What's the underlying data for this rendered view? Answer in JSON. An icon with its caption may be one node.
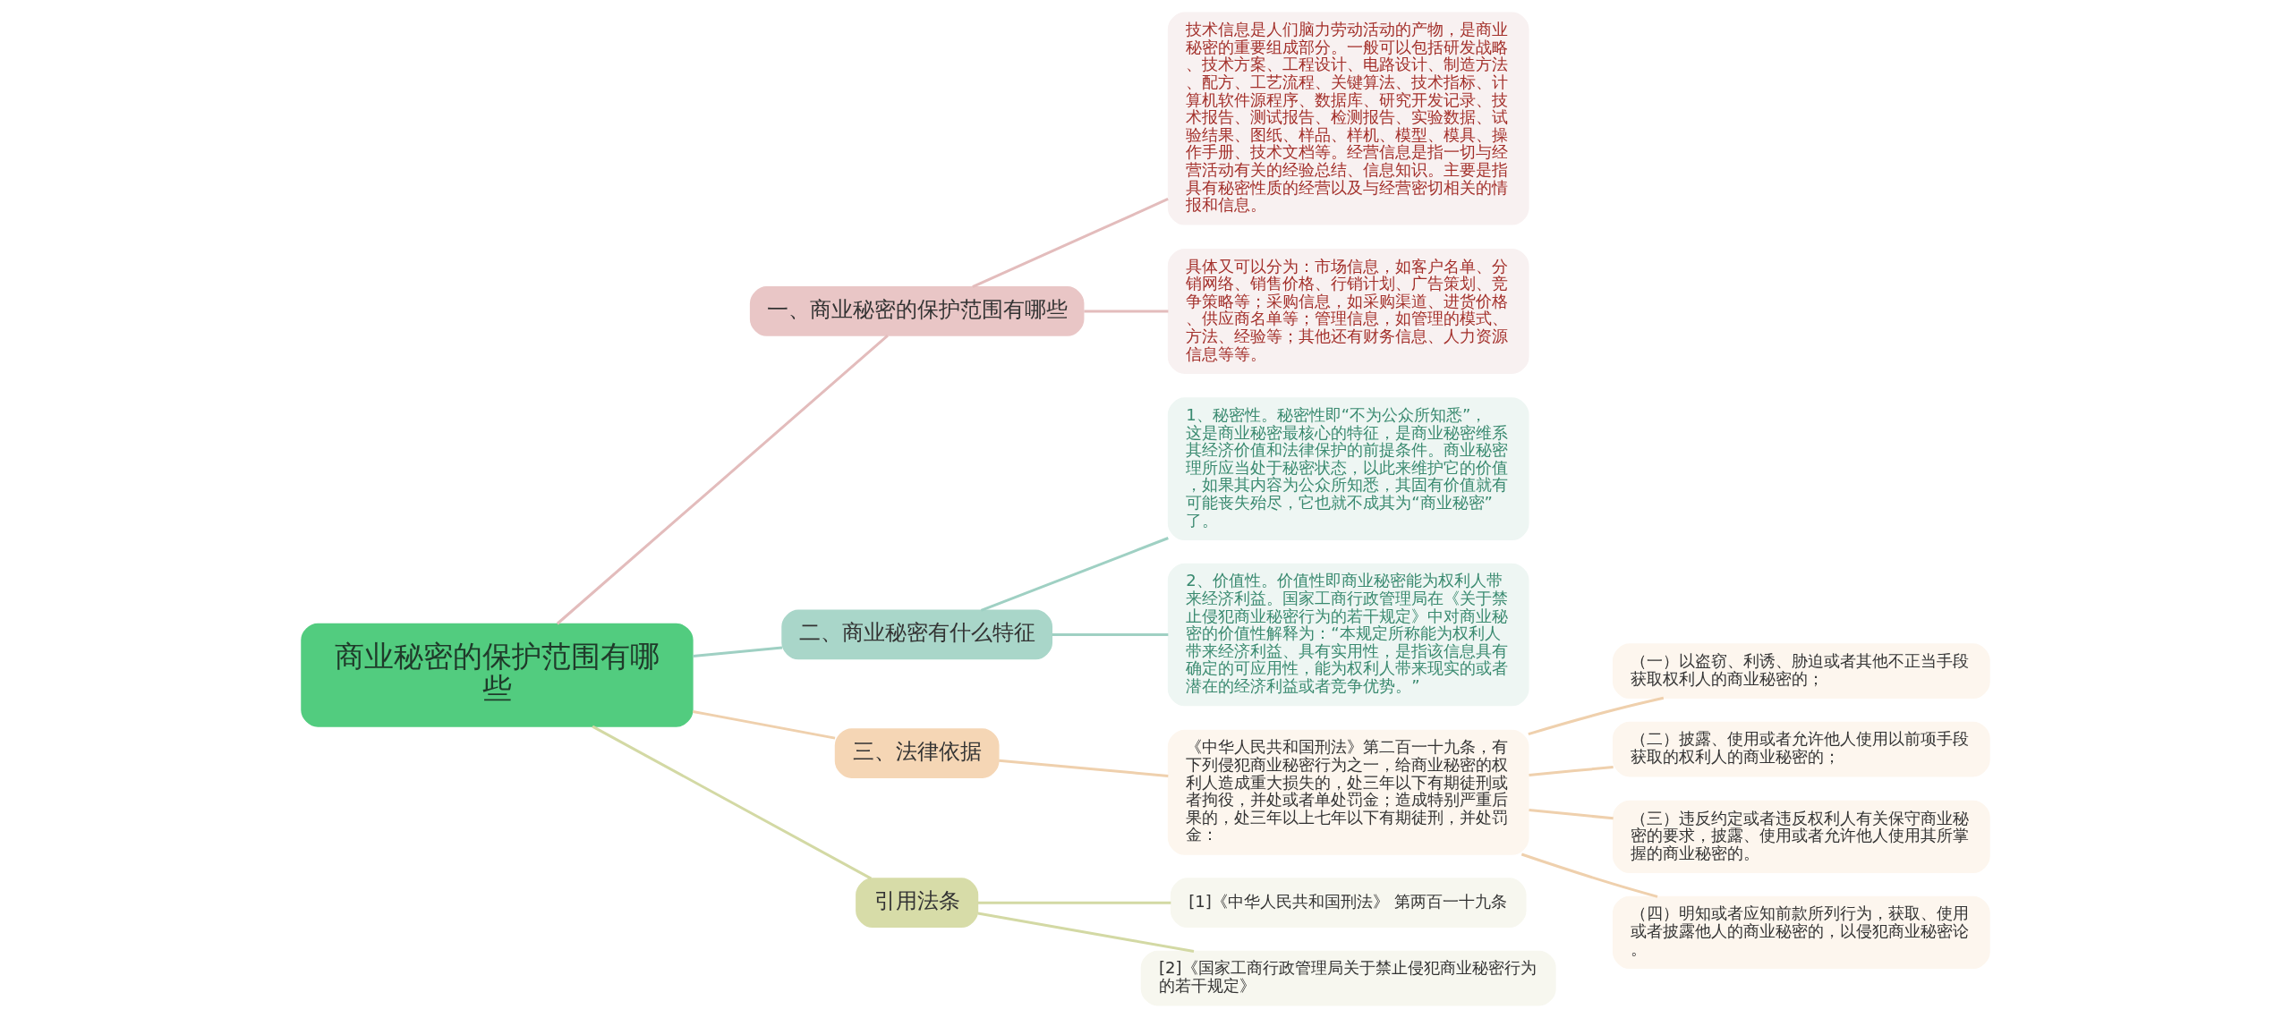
{
  "diagram": {
    "nodes": [
      {
        "text": [
          "商业秘密的保护范围有哪些"
        ]
      },
      {
        "text": [
          "一、商业秘密的保护范围有哪些"
        ]
      },
      {
        "text": [
          "技术信息是人们脑力劳动活动的产物，是商业秘密的重要组成部分。一般可以包括研发战略、技术方案、工程设计、电路设计、制造方法、配方、工艺流程、关键算法、技术指标、计算机软件源程序、数据库、研究开发记录、技术报告、测试报告、检测报告、实验数据、试验结果、图纸、样品、样机、模型、模具、操作手册、技术文档等。经营信息是指一切与经营活动有关的经验总结、信息知识。主要是指具有秘密性质的经营以及与经营密切相关的情报和信息。"
        ]
      },
      {
        "text": [
          "具体又可以分为：市场信息，如客户名单、分销网络、销售价格、行销计划、广告策划、竞争策略等；采购信息，如采购渠道、进货价格、供应商名单等；管理信息，如管理的模式、方法、经验等；其他还有财务信息、人力资源信息等等。"
        ]
      },
      {
        "text": [
          "二、商业秘密有什么特征"
        ]
      },
      {
        "text": [
          "1、秘密性。秘密性即“不为公众所知悉”，这是商业秘密最核心的特征，是商业秘密维系其经济价值和法律保护的前提条件。商业秘密理所应当处于秘密状态，以此来维护它的价值，如果其内容为公众所知悉，其固有价值就有可能丧失殆尽，它也就不成其为“商业秘密”了。"
        ]
      },
      {
        "text": [
          "2、价值性。价值性即商业秘密能为权利人带来经济利益。国家工商行政管理局在《关于禁止侵犯商业秘密行为的若干规定》中对商业秘密的价值性解释为：“本规定所称能为权利人带来经济利益、具有实用性，是指该信息具有确定的可应用性，能为权利人带来现实的或者潜在的经济利益或者竞争优势。”"
        ]
      },
      {
        "text": [
          "三、法律依据"
        ]
      },
      {
        "text": [
          "《中华人民共和国刑法》第二百一十九条，有下列侵犯商业秘密行为之一，给商业秘密的权利人造成重大损失的，处三年以下有期徒刑或者拘役，并处或者单处罚金；造成特别严重后果的，处三年以上七年以下有期徒刑，并处罚金："
        ]
      },
      {
        "text": [
          "（一）以盗窃、利诱、胁迫或者其他不正当手段获取权利人的商业秘密的；"
        ]
      },
      {
        "text": [
          "（二）披露、使用或者允许他人使用以前项手段获取的权利人的商业秘密的；"
        ]
      },
      {
        "text": [
          "（三）违反约定或者违反权利人有关保守商业秘密的要求，披露、使用或者允许他人使用其所掌握的商业秘密的。"
        ]
      },
      {
        "text": [
          "（四）明知或者应知前款所列行为，获取、使用或者披露他人的商业秘密的，以侵犯商业秘密论。"
        ]
      },
      {
        "text": [
          "引用法条"
        ]
      },
      {
        "text": [
          "[1]《中华人民共和国刑法》 第两百一十九条"
        ]
      },
      {
        "text": [
          "[2]《国家工商行政管理局关于禁止侵犯商业秘密行为的若干规定》"
        ]
      }
    ],
    "edges": [
      {
        "from": 0,
        "to": 1,
        "arrow": "none",
        "color": "#e3bcbc"
      },
      {
        "from": 1,
        "to": 2,
        "arrow": "none",
        "color": "#e3bcbc"
      },
      {
        "from": 1,
        "to": 3,
        "arrow": "none",
        "color": "#e3bcbc"
      },
      {
        "from": 0,
        "to": 4,
        "arrow": "none",
        "color": "#9fd0c3"
      },
      {
        "from": 4,
        "to": 5,
        "arrow": "none",
        "color": "#9fd0c3"
      },
      {
        "from": 4,
        "to": 6,
        "arrow": "none",
        "color": "#9fd0c3"
      },
      {
        "from": 0,
        "to": 7,
        "arrow": "none"
      },
      {
        "from": 7,
        "to": 8,
        "arrow": "none"
      },
      {
        "from": 8,
        "to": 9,
        "arrow": "none"
      },
      {
        "from": 8,
        "to": 10,
        "arrow": "none"
      },
      {
        "from": 8,
        "to": 11,
        "arrow": "none"
      },
      {
        "from": 8,
        "to": 12,
        "arrow": "none"
      },
      {
        "from": 0,
        "to": 13,
        "arrow": "none",
        "color": "#d3d9a4"
      },
      {
        "from": 13,
        "to": 14,
        "arrow": "none",
        "color": "#d3d9a4"
      },
      {
        "from": 13,
        "to": 15,
        "arrow": "none",
        "color": "#d3d9a4"
      }
    ]
  }
}
